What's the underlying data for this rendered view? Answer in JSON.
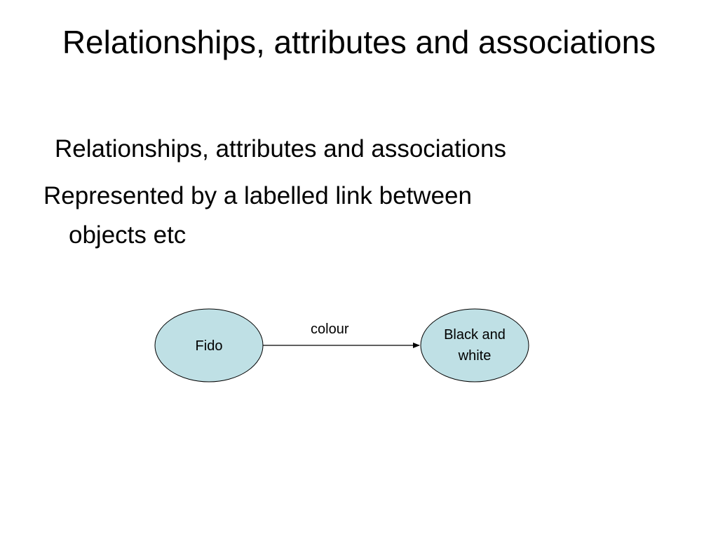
{
  "slide": {
    "title": "Relationships, attributes and associations",
    "subheading": "Relationships, attributes and associations",
    "body_line1": "Represented by  a labelled link between",
    "body_line2": "objects etc"
  },
  "diagram": {
    "colors": {
      "node_fill": "#BFE0E5",
      "node_stroke": "#000000",
      "edge": "#000000"
    },
    "source_node": {
      "label": "Fido"
    },
    "target_node": {
      "label_line1": "Black and",
      "label_line2": "white"
    },
    "edge": {
      "label": "colour"
    }
  }
}
